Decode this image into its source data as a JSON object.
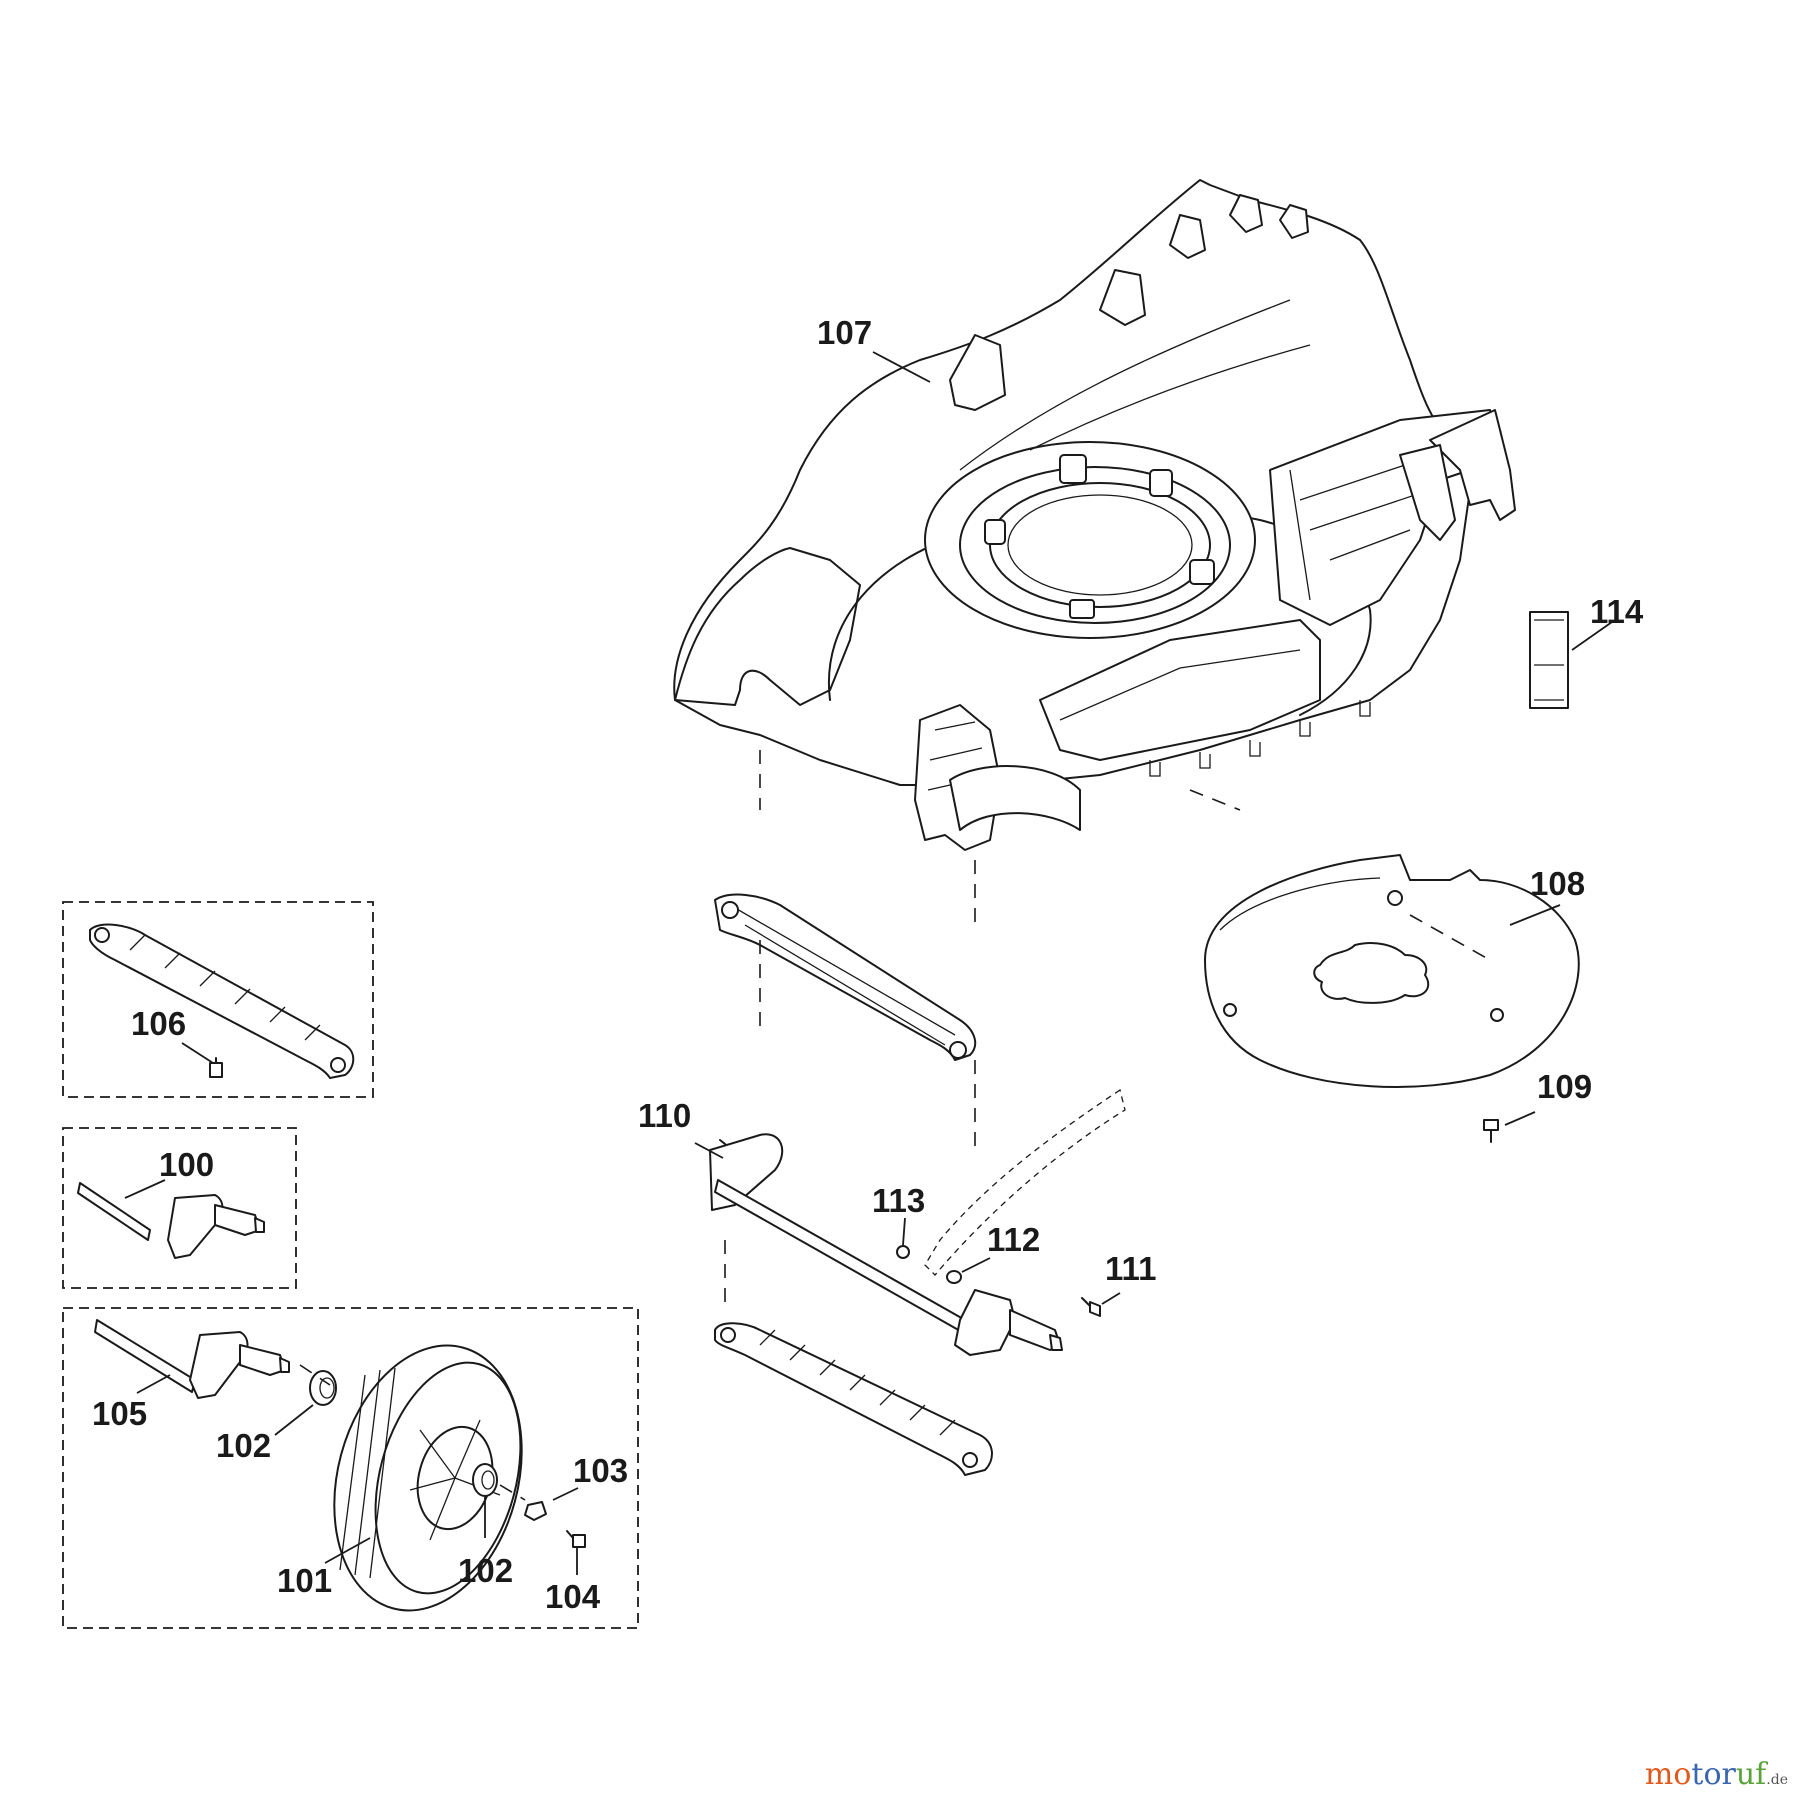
{
  "diagram": {
    "callouts": [
      {
        "id": "107",
        "label": "107",
        "part": "deck-housing"
      },
      {
        "id": "114",
        "label": "114",
        "part": "label-tag"
      },
      {
        "id": "108",
        "label": "108",
        "part": "baffle-plate"
      },
      {
        "id": "109",
        "label": "109",
        "part": "plate-screw"
      },
      {
        "id": "106",
        "label": "106",
        "part": "rear-bracket-screw"
      },
      {
        "id": "100",
        "label": "100",
        "part": "axle-short"
      },
      {
        "id": "110",
        "label": "110",
        "part": "front-axle"
      },
      {
        "id": "113",
        "label": "113",
        "part": "nut"
      },
      {
        "id": "112",
        "label": "112",
        "part": "washer"
      },
      {
        "id": "111",
        "label": "111",
        "part": "axle-screw"
      },
      {
        "id": "105",
        "label": "105",
        "part": "axle-assembly"
      },
      {
        "id": "102a",
        "label": "102",
        "part": "bushing-inner"
      },
      {
        "id": "103",
        "label": "103",
        "part": "wheel-nut"
      },
      {
        "id": "101",
        "label": "101",
        "part": "wheel"
      },
      {
        "id": "102b",
        "label": "102",
        "part": "bushing-outer"
      },
      {
        "id": "104",
        "label": "104",
        "part": "wheel-screw"
      }
    ]
  },
  "watermark": {
    "part1": "mo",
    "part2": "tor",
    "part3": "uf",
    "suffix": ".de"
  }
}
